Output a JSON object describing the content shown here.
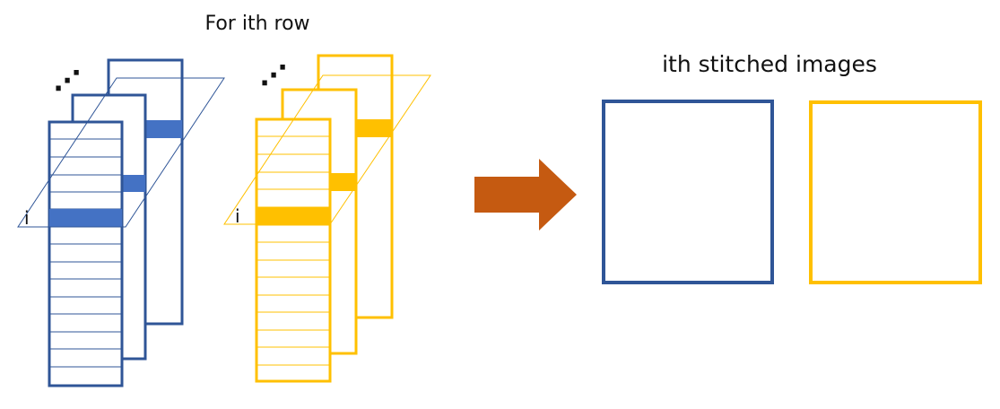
{
  "title": "For ith row",
  "result_title": "ith stitched images",
  "row_label": "i",
  "ellipsis": "⋰",
  "colors": {
    "blue": "#2F5597",
    "blue_fill": "#4472C4",
    "yellow": "#FFC000",
    "arrow": "#C55A11",
    "background": "#FFFFFF"
  },
  "icons": {
    "arrow": "right-arrow-icon"
  }
}
